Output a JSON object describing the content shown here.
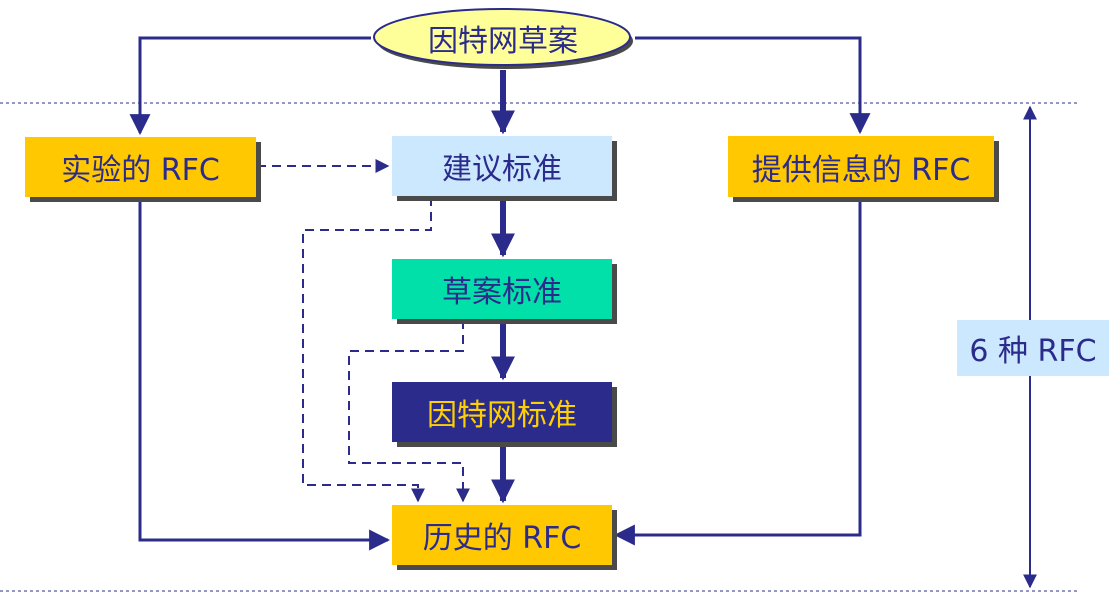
{
  "diagram": {
    "root": {
      "label": "因特网草案"
    },
    "nodes": {
      "experimental": {
        "label": "实验的 RFC"
      },
      "proposed": {
        "label": "建议标准"
      },
      "informational": {
        "label": "提供信息的 RFC"
      },
      "draft_standard": {
        "label": "草案标准"
      },
      "internet_standard": {
        "label": "因特网标准"
      },
      "historic": {
        "label": "历史的 RFC"
      }
    },
    "range_label": "6 种 RFC",
    "colors": {
      "line": "#2b2b8c",
      "orange": "#ffc800",
      "light_blue": "#cce8ff",
      "teal": "#00e0a8",
      "navy": "#2b2b8c",
      "ellipse_fill": "#ffff99"
    }
  }
}
